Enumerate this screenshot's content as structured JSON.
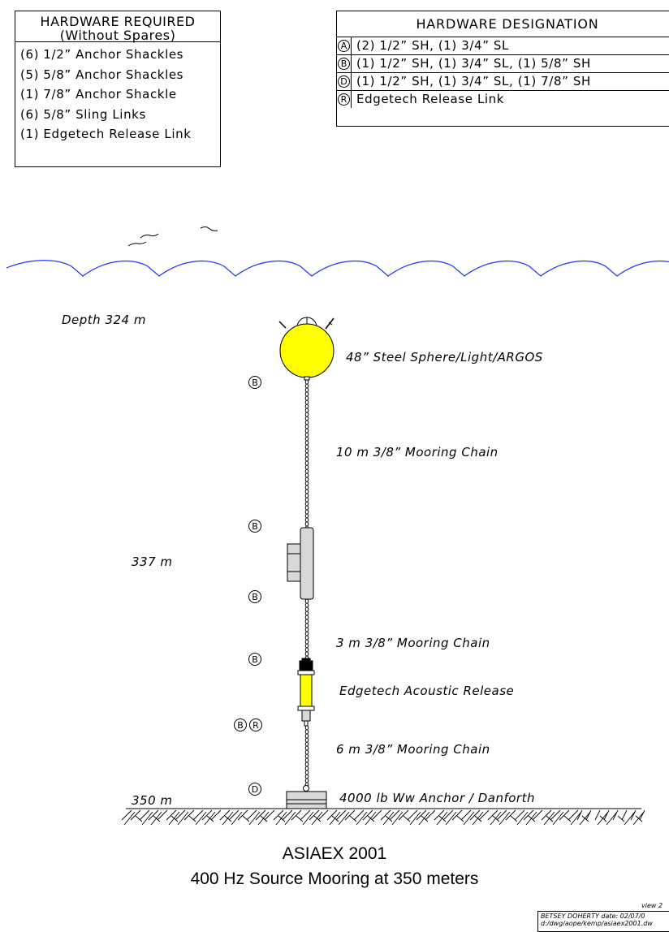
{
  "hardware_required": {
    "title_line1": "HARDWARE REQUIRED",
    "title_line2": "(Without Spares)",
    "items": [
      "(6) 1/2” Anchor Shackles",
      "(5) 5/8” Anchor Shackles",
      "(1) 7/8” Anchor Shackle",
      "(6) 5/8” Sling Links",
      "(1) Edgetech Release Link"
    ]
  },
  "hardware_designation": {
    "title": "HARDWARE DESIGNATION",
    "rows": [
      {
        "code": "A",
        "text": "(2) 1/2” SH, (1) 3/4” SL"
      },
      {
        "code": "B",
        "text": "(1) 1/2” SH, (1) 3/4” SL, (1) 5/8” SH"
      },
      {
        "code": "D",
        "text": "(1) 1/2” SH, (1) 3/4” SL, (1) 7/8” SH"
      },
      {
        "code": "R",
        "text": "Edgetech Release Link"
      }
    ]
  },
  "depths": {
    "top": "Depth  324 m",
    "middle": "337 m",
    "bottom": "350 m"
  },
  "components": {
    "sphere": "48” Steel Sphere/Light/ARGOS",
    "chain1": "10 m 3/8” Mooring Chain",
    "chain2": "3 m 3/8” Mooring Chain",
    "release": "Edgetech Acoustic Release",
    "chain3": "6 m 3/8” Mooring Chain",
    "anchor": "4000 lb Ww Anchor / Danforth"
  },
  "hardware_markers": {
    "m1": "B",
    "m2": "B",
    "m3": "B",
    "m4": "B",
    "m5a": "B",
    "m5b": "R",
    "m6": "D"
  },
  "title": {
    "line1": "ASIAEX 2001",
    "line2": "400 Hz Source Mooring at 350 meters"
  },
  "title_block": {
    "view": "view 2",
    "line1": "BETSEY DOHERTY  date: 02/07/0",
    "line2": "d:/dwg/aope/kemp/asiaex2001.dw"
  },
  "colors": {
    "water": "#1f33ff",
    "buoy": "#ffff00",
    "instrument": "#d8d8d8"
  }
}
